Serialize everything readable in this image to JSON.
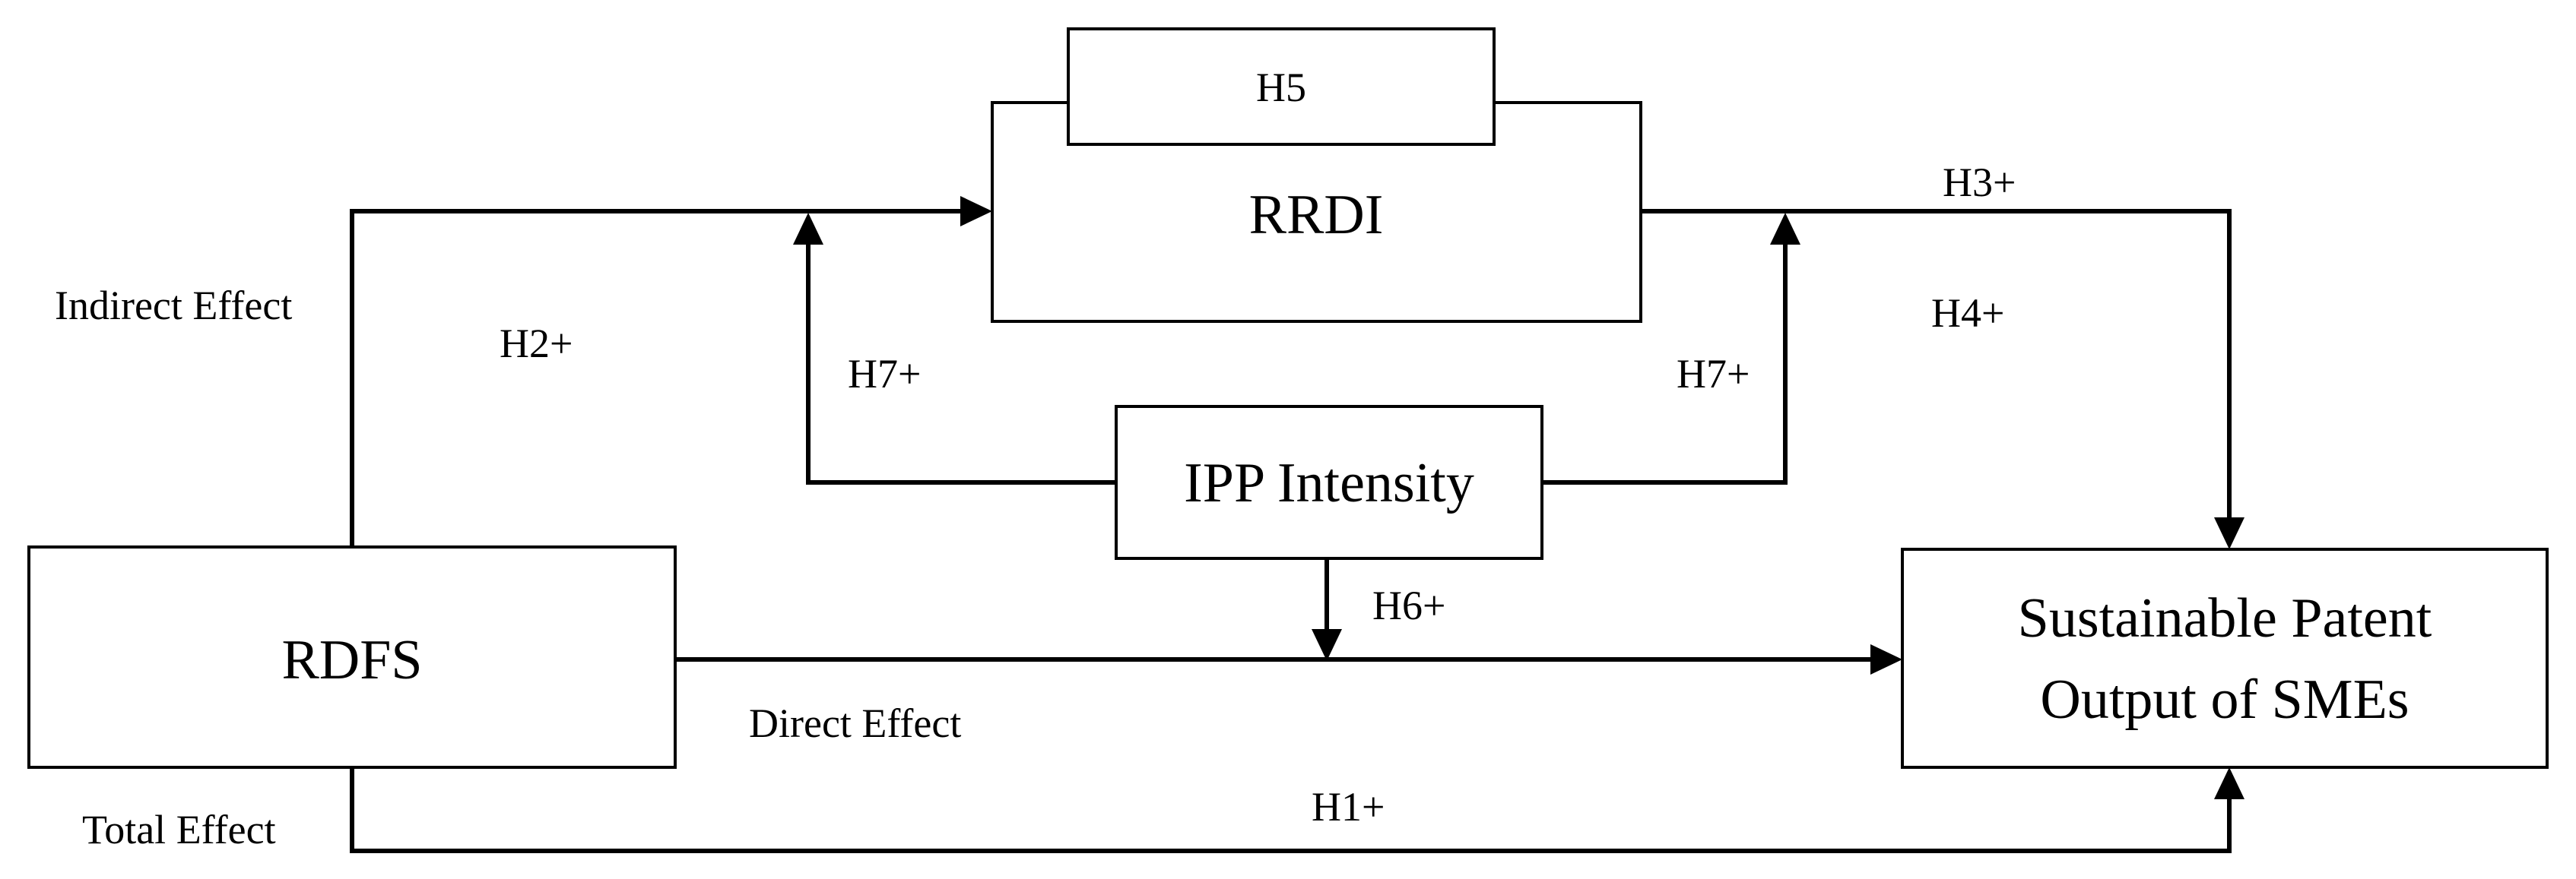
{
  "nodes": {
    "h5": "H5",
    "rrdi": "RRDI",
    "ipp": "IPP Intensity",
    "rdfs": "RDFS",
    "outcome_line1": "Sustainable Patent",
    "outcome_line2": "Output of SMEs"
  },
  "labels": {
    "indirect_effect": "Indirect Effect",
    "h2": "H2+",
    "h7_left": "H7+",
    "h7_right": "H7+",
    "h3": "H3+",
    "h4": "H4+",
    "h6": "H6+",
    "direct_effect": "Direct Effect",
    "total_effect": "Total Effect",
    "h1": "H1+"
  }
}
